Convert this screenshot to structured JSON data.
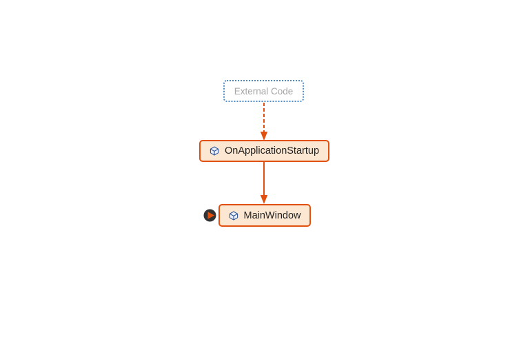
{
  "diagram": {
    "background": "#ffffff",
    "nodes": {
      "external": {
        "label": "External Code"
      },
      "startup": {
        "label": "OnApplicationStartup"
      },
      "mainwindow": {
        "label": "MainWindow"
      }
    },
    "edges": [
      {
        "from": "External Code",
        "to": "OnApplicationStartup",
        "style": "dashed"
      },
      {
        "from": "OnApplicationStartup",
        "to": "MainWindow",
        "style": "solid"
      }
    ],
    "badge": {
      "meaning": "collapsed-incoming-links"
    }
  },
  "colors": {
    "edge": "#e1500f",
    "node_border": "#e1500f",
    "node_fill": "#fce8d2",
    "node_text": "#1f1f1f",
    "external_border": "#4e8cc8",
    "external_text": "#a6a6a6",
    "icon_stroke": "#2f5496",
    "icon_fill": "#e9eef7",
    "badge_dark": "#333333"
  }
}
